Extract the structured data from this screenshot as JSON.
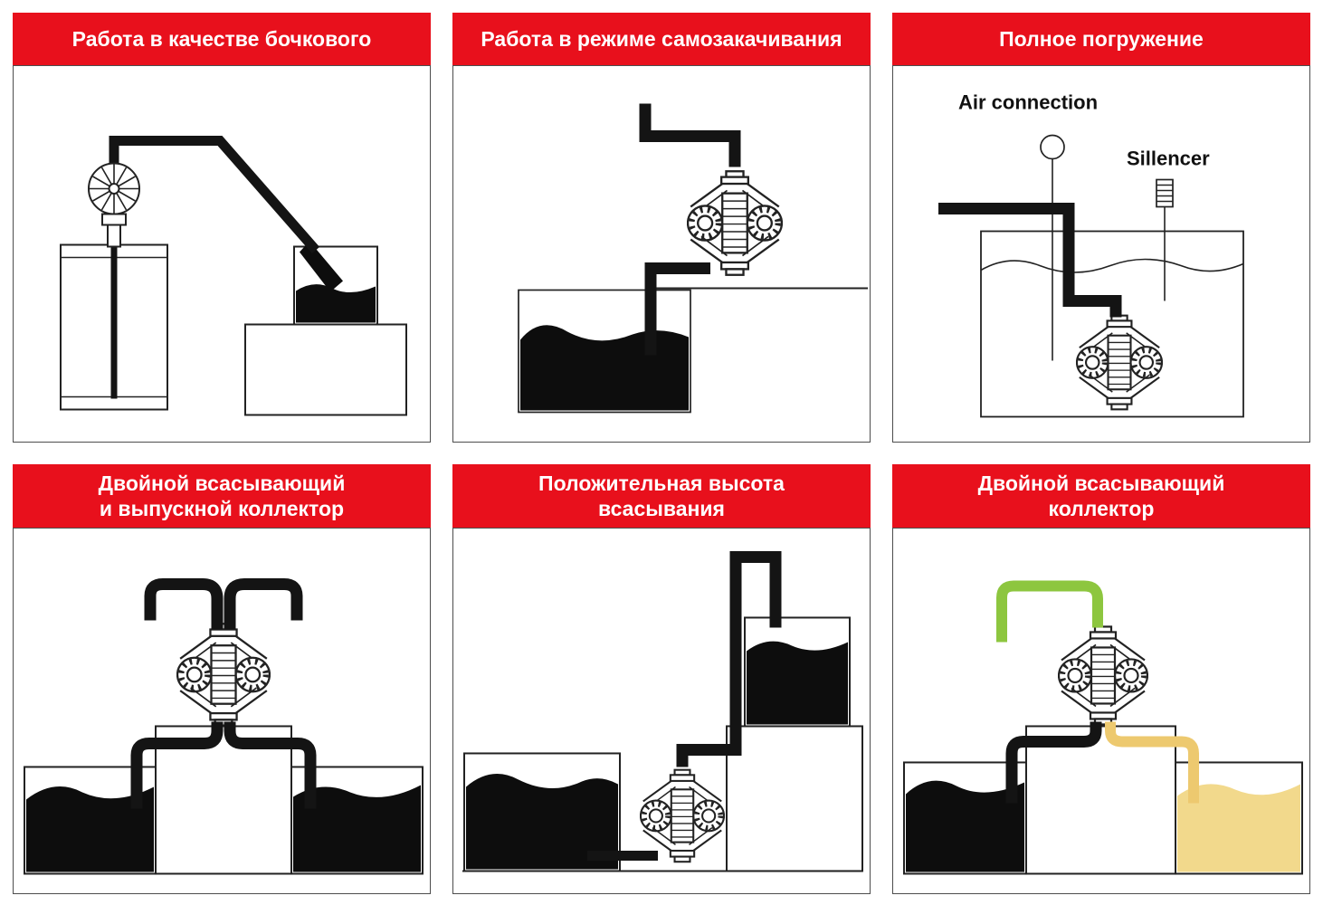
{
  "page": {
    "background": "#ffffff"
  },
  "colors": {
    "header_red": "#e8101c",
    "line": "#222222",
    "pipe_black": "#141414",
    "liquid_black": "#0d0d0d",
    "pipe_green": "#8dc63f",
    "liquid_yellow": "#f2d98c",
    "pipe_yellow": "#edc96f"
  },
  "panels": [
    {
      "id": "barrel-operation",
      "title": "Работа в качестве бочкового"
    },
    {
      "id": "self-priming",
      "title": "Работа в режиме самозакачивания"
    },
    {
      "id": "full-submersion",
      "title": "Полное погружение",
      "labels": {
        "air": "Air connection",
        "silencer": "Sillencer"
      }
    },
    {
      "id": "dual-suction-discharge-manifold",
      "title": "Двойной всасывающий\nи выпускной коллектор"
    },
    {
      "id": "positive-suction-head",
      "title": "Положительная высота\nвсасывания"
    },
    {
      "id": "dual-suction-manifold",
      "title": "Двойной всасывающий\nколлектор"
    }
  ]
}
